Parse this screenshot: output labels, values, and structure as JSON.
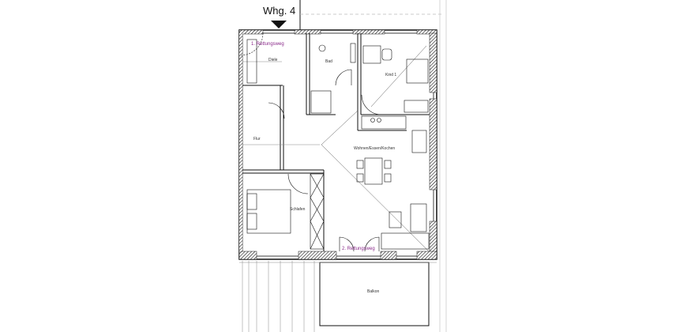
{
  "unit_label": "Whg. 4",
  "rooms": {
    "diele": "Diele",
    "bad": "Bad",
    "kind": "Kind 1",
    "flur": "Flur",
    "wohnen": "Wohnen/Essen/Kochen",
    "schlafen": "Schlafen",
    "balkon": "Balkon"
  },
  "egress": {
    "first": "1. Rettungsweg",
    "second": "2. Rettungsweg"
  },
  "colors": {
    "wall": "#111111",
    "egress": "#8a2a8a"
  }
}
